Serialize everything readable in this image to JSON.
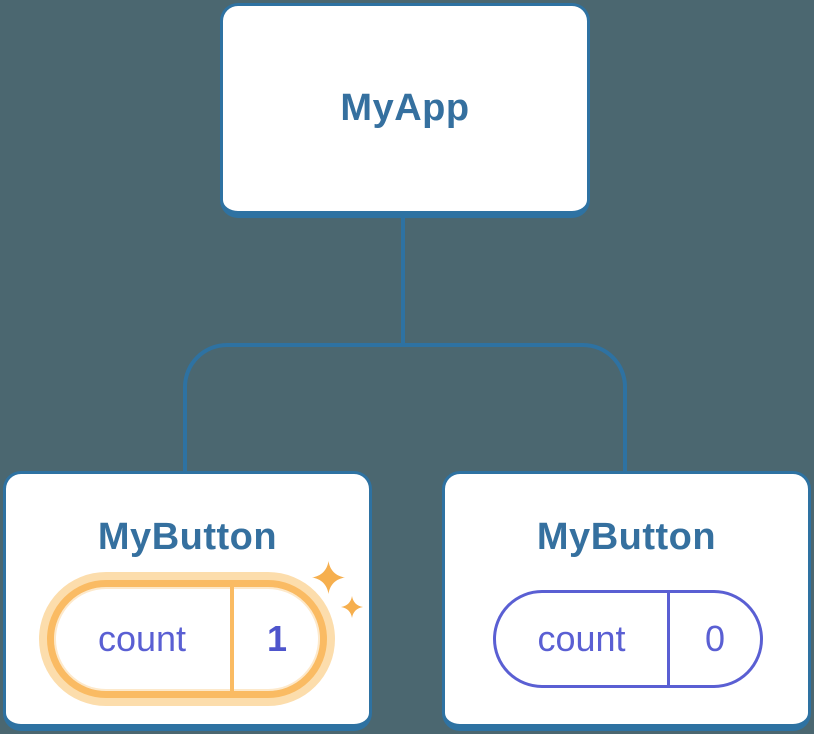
{
  "diagram": {
    "description": "React component tree diagram",
    "colors": {
      "background": "#4B6770",
      "line_blue": "#2E72A2",
      "node_fill": "#FFFFFF",
      "title_blue": "#35709F",
      "state_purple": "#5A5FD3",
      "state_value_purple": "#4E55CC",
      "highlight_orange": "#FABB63",
      "highlight_glow": "#FCDDAC",
      "sparkle_orange": "#F6AF4E"
    },
    "root": {
      "label": "MyApp"
    },
    "children": [
      {
        "label": "MyButton",
        "state": {
          "key": "count",
          "value": "1"
        },
        "highlighted": true
      },
      {
        "label": "MyButton",
        "state": {
          "key": "count",
          "value": "0"
        },
        "highlighted": false
      }
    ]
  }
}
